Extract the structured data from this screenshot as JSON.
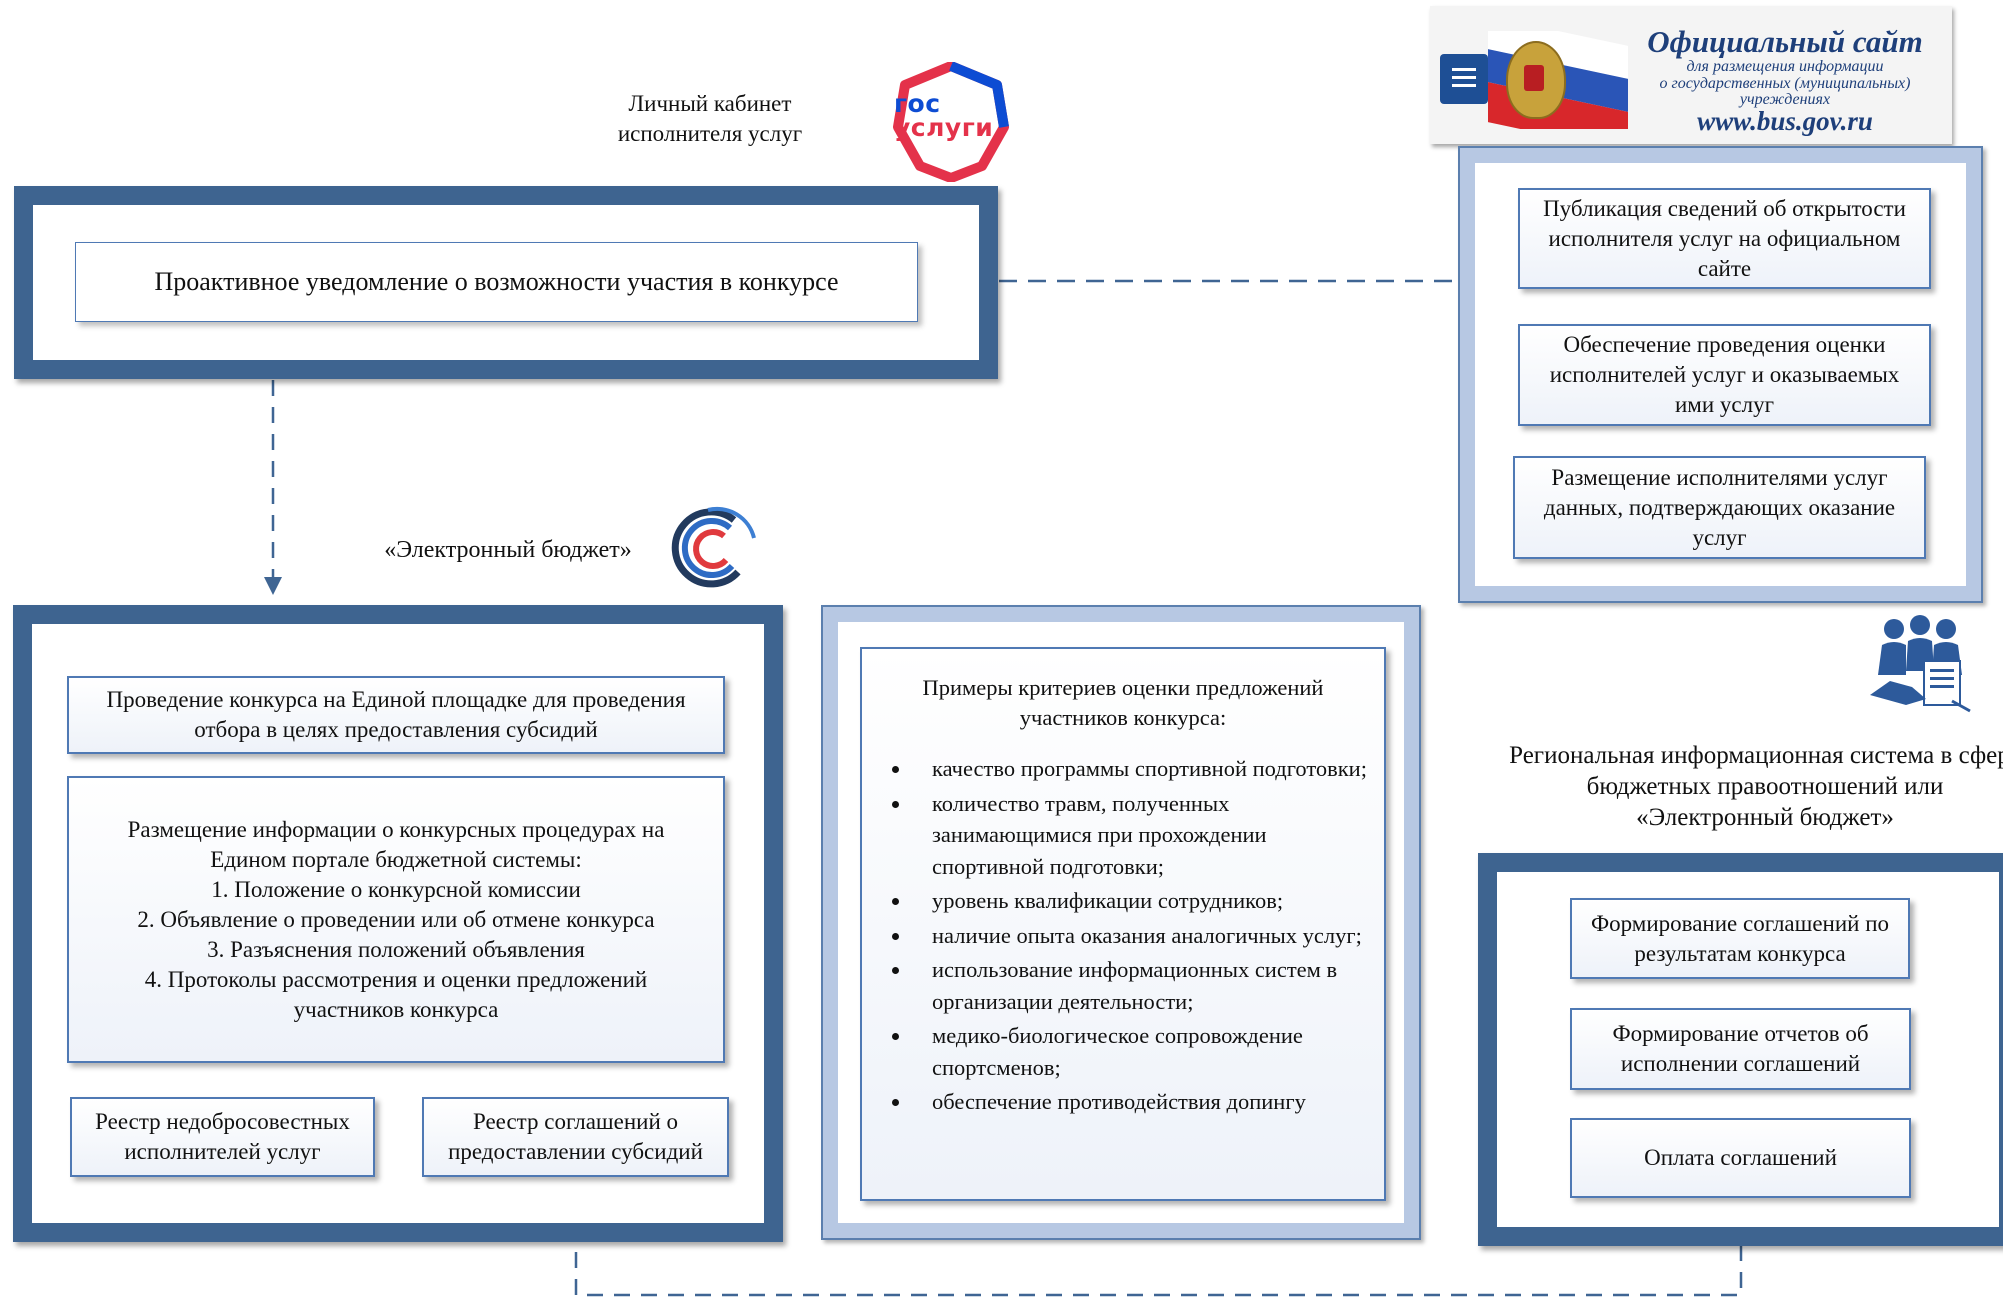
{
  "gosuslugi": {
    "caption_line1": "Личный кабинет",
    "caption_line2": "исполнителя услуг",
    "logo_line1": "гос",
    "logo_line2": "услуги"
  },
  "top_box": {
    "text": "Проактивное уведомление о возможности участия в конкурсе"
  },
  "bus_banner": {
    "title": "Официальный сайт",
    "line1": "для размещения информации",
    "line2": "о государственных (муниципальных)",
    "line3": "учреждениях",
    "url": "www.bus.gov.ru"
  },
  "bus_panel": {
    "items": [
      "Публикация сведений об открытости исполнителя услуг на официальном сайте",
      "Обеспечение проведения оценки исполнителей услуг и оказываемых ими услуг",
      "Размещение исполнителями услуг данных, подтверждающих оказание услуг"
    ]
  },
  "ebudget": {
    "caption": "«Электронный бюджет»",
    "contest_box": "Проведение конкурса на Единой площадке для проведения отбора в целях предоставления субсидий",
    "portal_box": {
      "intro": "Размещение информации о конкурсных процедурах на Едином портале бюджетной системы:",
      "items": [
        "1. Положение о конкурсной комиссии",
        "2. Объявление о проведении или об отмене конкурса",
        "3. Разъяснения положений объявления",
        "4. Протоколы рассмотрения и оценки предложений участников конкурса"
      ]
    },
    "registry_unfair": "Реестр недобросовестных исполнителей услуг",
    "registry_agreements": "Реестр соглашений о предоставлении субсидий"
  },
  "criteria": {
    "title": "Примеры критериев оценки предложений участников конкурса:",
    "items": [
      "качество программы спортивной подготовки;",
      "количество травм, полученных занимающимися при прохождении спортивной подготовки;",
      "уровень квалификации сотрудников;",
      "наличие опыта оказания аналогичных услуг;",
      "использование информационных систем в организации деятельности;",
      "медико-биологическое сопровождение спортсменов;",
      "обеспечение противодействия допингу"
    ]
  },
  "regional": {
    "caption": "Региональная информационная система в сфере бюджетных правоотношений или «Электронный бюджет»",
    "items": [
      "Формирование соглашений по результатам конкурса",
      "Формирование отчетов об исполнении соглашений",
      "Оплата соглашений"
    ]
  },
  "colors": {
    "frame_dark": "#3e6490",
    "frame_light": "#b7c8e3",
    "box_border": "#4f79b4",
    "connector": "#3f6593",
    "gosuslugi_red": "#e4324a",
    "gosuslugi_blue": "#0d4cd3"
  }
}
